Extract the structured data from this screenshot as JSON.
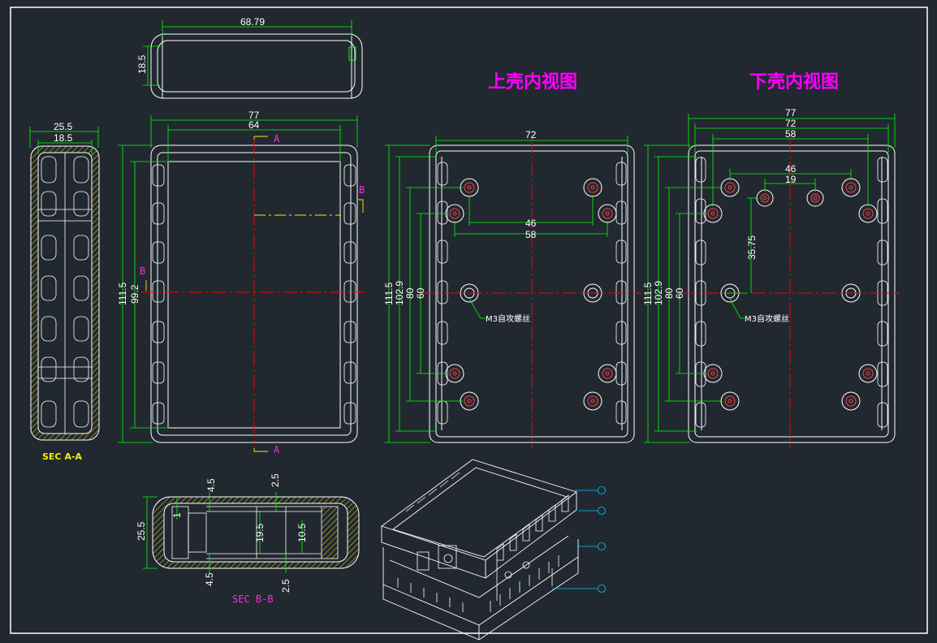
{
  "titles": {
    "upper_shell_inside": "上壳内视图",
    "lower_shell_inside": "下壳内视图"
  },
  "section_labels": {
    "sec_aa": "SEC A-A",
    "sec_bb": "SEC B-B",
    "mark_a": "A",
    "mark_b": "B"
  },
  "notes": {
    "screw_upper": "M3自攻螺丝",
    "screw_lower": "M3自攻螺丝"
  },
  "dimensions": {
    "top_view": {
      "width": "68.79",
      "height": "18.5"
    },
    "sec_aa": {
      "outer": "25.5",
      "inner": "18.5"
    },
    "front": {
      "outer_w": "77",
      "inner_w": "64",
      "outer_h": "111.5",
      "inner_h": "99.2"
    },
    "upper": {
      "w72": "72",
      "w46": "46",
      "w58": "58",
      "h111": "111.5",
      "h102": "102.9",
      "h80": "80",
      "h60": "60"
    },
    "lower": {
      "w77": "77",
      "w72": "72",
      "w58": "58",
      "w46": "46",
      "w19": "19",
      "h35": "35.75",
      "h111": "111.5",
      "h102": "102.9",
      "h80": "80",
      "h60": "60"
    },
    "sec_bb": {
      "h255": "25.5",
      "t45_top": "4.5",
      "t45_bot": "4.5",
      "t25_top": "2.5",
      "t25_bot": "2.5",
      "h195": "19.5",
      "h105": "10.5",
      "t1": "1"
    }
  },
  "colors": {
    "background": "#212830",
    "outline": "#ffffff",
    "dimension": "#00ff00",
    "centerline": "#ff0000",
    "title": "#ff00ff",
    "hatch": "#d8c21a",
    "balloon": "#00c8ff"
  }
}
